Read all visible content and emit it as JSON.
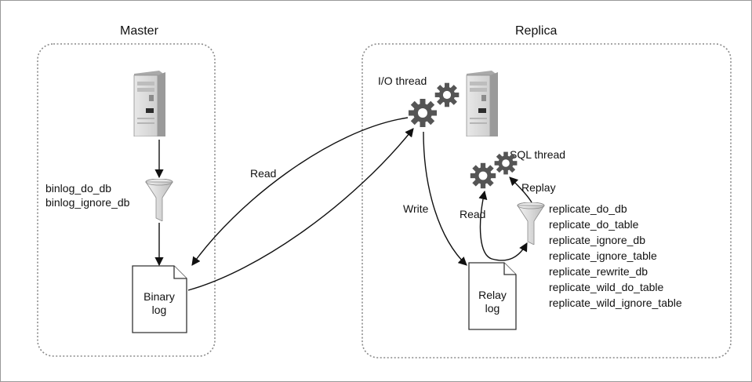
{
  "master": {
    "title": "Master",
    "filters": [
      "binlog_do_db",
      "binlog_ignore_db"
    ],
    "log": [
      "Binary",
      "log"
    ]
  },
  "replica": {
    "title": "Replica",
    "io_thread": "I/O thread",
    "sql_thread": "SQL thread",
    "log": [
      "Relay",
      "log"
    ],
    "filters": [
      "replicate_do_db",
      "replicate_do_table",
      "replicate_ignore_db",
      "replicate_ignore_table",
      "replicate_rewrite_db",
      "replicate_wild_do_table",
      "replicate_wild_ignore_table"
    ]
  },
  "arrows": {
    "read_binlog": "Read",
    "write_relay": "Write",
    "read_relay": "Read",
    "replay": "Replay"
  }
}
